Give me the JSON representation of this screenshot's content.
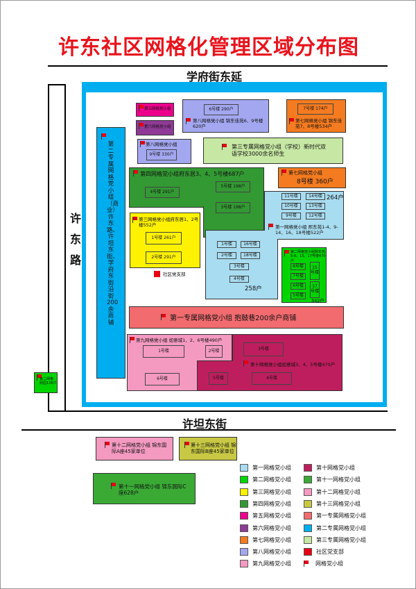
{
  "title": "许东社区网格化管理区域分布图",
  "roads": {
    "north": "学府街东延",
    "south": "许坦东街",
    "west": [
      "许",
      "东",
      "路"
    ]
  },
  "colors": {
    "pink": "#f49ac1",
    "cyan": "#00aeef",
    "yellow": "#fff200",
    "green": "#3aaa35",
    "lightgreen": "#c7e8a4",
    "dkgreen": "#339933",
    "magenta": "#ec008c",
    "purple": "#8e3a96",
    "orange": "#f47b20",
    "lavender": "#a3a7f0",
    "maroon": "#be1e5e",
    "brightgreen": "#00d400",
    "salmon": "#f16b6f",
    "olive": "#c8c844",
    "red": "#e60012"
  },
  "zones": {
    "g5": "第五网格党小组",
    "g6": "第六网格党小组",
    "g6_note": "",
    "g8_title": "第八网格党小组",
    "g8_b6": "6号楼 290户",
    "g8_desc": "第八网格党小组 锦东佳苑6、9号楼620户",
    "g8_b9": "9号楼 330户",
    "g7_title": "第七网格党小组 锦东佳苑7、8号楼534户",
    "g7_b7": "7号楼 174户",
    "g7_8_title": "第七网格党小组",
    "g7_8_b8": "8号楼 360户",
    "g3s": "第三专属网格党小组（学校）新时代双语学校3000余名师生",
    "g2s": "第二专属网格党小组（商业）许东路、许坦东街、学府东街沿街200余商铺",
    "g4": "第四网格党小组府东居3、4、5号楼687户",
    "g4_b4": "4号楼 291户",
    "g4_b5": "5号楼 198户",
    "g4_b3": "3号楼 198户",
    "g3": "第三网格党小组府东居1、2号楼552户",
    "g3_b1": "1号楼 261户",
    "g3_b2": "2号楼 291户",
    "party": "社区党支部",
    "g1": "第一网格党小组 熙东苑1-4、9-14、16、18号楼522户",
    "g1_264": "264户",
    "g1_258": "258户",
    "g1_blds": [
      "11号楼",
      "14号楼",
      "10号楼",
      "13号楼",
      "9号楼",
      "12号楼",
      "1号楼",
      "16号楼",
      "2号楼",
      "18号楼",
      "3号楼",
      "4号楼"
    ],
    "g2": "第二网格党小组熙东苑5-8、15、17号楼470户",
    "g2_blds": [
      "8号楼",
      "7号楼",
      "6号楼",
      "5号楼",
      "15号楼",
      "17号楼"
    ],
    "g2_342": "342户",
    "g1s": "第一专属网格党小组  抱鼓巷200余户商铺",
    "g9": "第九网格党小组 如意城1、2、6号楼490户",
    "g9_b1": "1号楼",
    "g9_b2": "2号楼",
    "g9_b6": "6号楼",
    "g10": "第十网格党小组如意城3、4、5号楼470户",
    "g10_b3": "3号楼",
    "g10_b5": "5号楼",
    "g10_b4": "4号楼",
    "g2_outside": "第二网格 熙园136户",
    "g12": "第十二网格党小组 锦东国际A座45家单位",
    "g13": "第十三网格党小组 锦东国际B座45家单位",
    "g11": "第十一网格党小组 锦东国际C座628户"
  },
  "legend": [
    {
      "label": "第一网格党小组",
      "color": "#a8dcf0"
    },
    {
      "label": "第十网格党小组",
      "color": "#be1e5e"
    },
    {
      "label": "第二网格党小组",
      "color": "#00d400"
    },
    {
      "label": "第十一网格党小组",
      "color": "#3aaa35"
    },
    {
      "label": "第三网格党小组",
      "color": "#fff200"
    },
    {
      "label": "第十二网格党小组",
      "color": "#f49ac1"
    },
    {
      "label": "第四网格党小组",
      "color": "#339933"
    },
    {
      "label": "第十三网格党小组",
      "color": "#c8c844"
    },
    {
      "label": "第五网格党小组",
      "color": "#ec008c"
    },
    {
      "label": "第一专属网格党小组",
      "color": "#f16b6f"
    },
    {
      "label": "第六网格党小组",
      "color": "#8e3a96"
    },
    {
      "label": "第二专属网格党小组",
      "color": "#00aeef"
    },
    {
      "label": "第七网格党小组",
      "color": "#f47b20"
    },
    {
      "label": "第三专属网格党小组",
      "color": "#c7e8a4"
    },
    {
      "label": "第八网格党小组",
      "color": "#a3a7f0"
    },
    {
      "label": "社区党支部",
      "color": "#e60012"
    },
    {
      "label": "第九网格党小组",
      "color": "#f49ac1"
    },
    {
      "label": "网格党小组",
      "color": "flag"
    }
  ]
}
